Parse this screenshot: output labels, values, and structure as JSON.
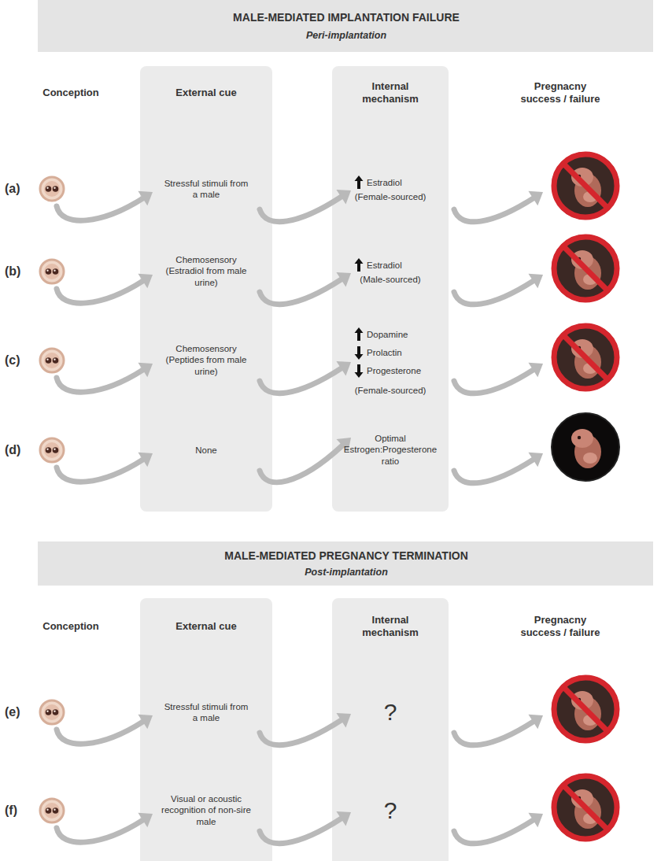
{
  "diagram": {
    "nodes": [
      {
        "text": [
          "MALE-MEDIATED IMPLANTATION FAILURE",
          "Peri-implantation"
        ]
      },
      {
        "text": [
          "External cue",
          "Stressful stimuli from a male",
          "Chemosensory (Estradiol from male urine)",
          "Chemosensory (Peptides from male urine)",
          "None"
        ]
      },
      {
        "text": [
          "Internal mechanism",
          "Estradiol",
          "(Female-sourced)",
          "Estradiol",
          "(Male-sourced)",
          "Dopamine",
          "Prolactin",
          "Progesterone",
          "(Female-sourced)",
          "Optimal Estrogen:Progesterone ratio"
        ]
      },
      {
        "text": [
          "MALE-MEDIATED PREGNANCY TERMINATION",
          "Post-implantation"
        ]
      },
      {
        "text": [
          "External cue",
          "Stressful stimuli from a male",
          "Visual or acoustic recognition of non-sire male"
        ]
      },
      {
        "text": [
          "Internal mechanism",
          "?",
          "?"
        ]
      }
    ],
    "labels": [
      "Conception",
      "Pregnacny success / failure",
      "(a)",
      "(b)",
      "(c)",
      "(d)",
      "Conception",
      "Pregnacny success / failure",
      "(e)",
      "(f)"
    ]
  }
}
